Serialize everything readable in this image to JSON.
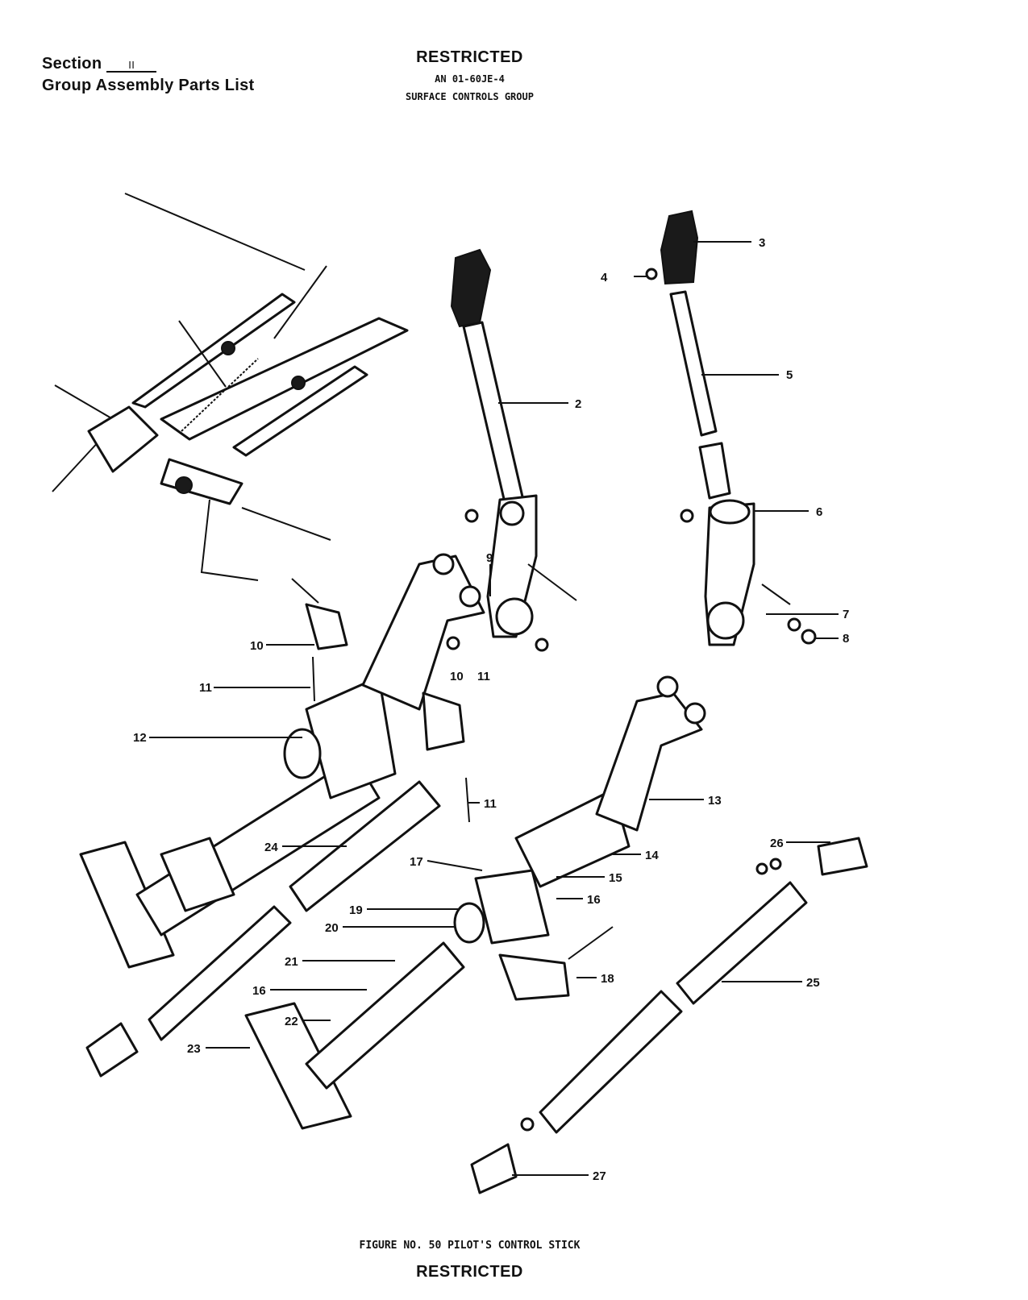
{
  "header": {
    "section_label": "Section",
    "section_number": "II",
    "subtitle": "Group Assembly Parts List",
    "restricted": "RESTRICTED",
    "doc_number": "AN 01-60JE-4",
    "group": "SURFACE CONTROLS GROUP"
  },
  "callouts": [
    "2",
    "3",
    "4",
    "5",
    "6",
    "7",
    "8",
    "9",
    "10",
    "11",
    "10",
    "11",
    "11",
    "12",
    "13",
    "14",
    "15",
    "16",
    "17",
    "18",
    "19",
    "20",
    "21",
    "16",
    "22",
    "23",
    "24",
    "25",
    "26",
    "27"
  ],
  "caption": "FIGURE NO. 50  PILOT'S CONTROL STICK",
  "footer": "RESTRICTED"
}
